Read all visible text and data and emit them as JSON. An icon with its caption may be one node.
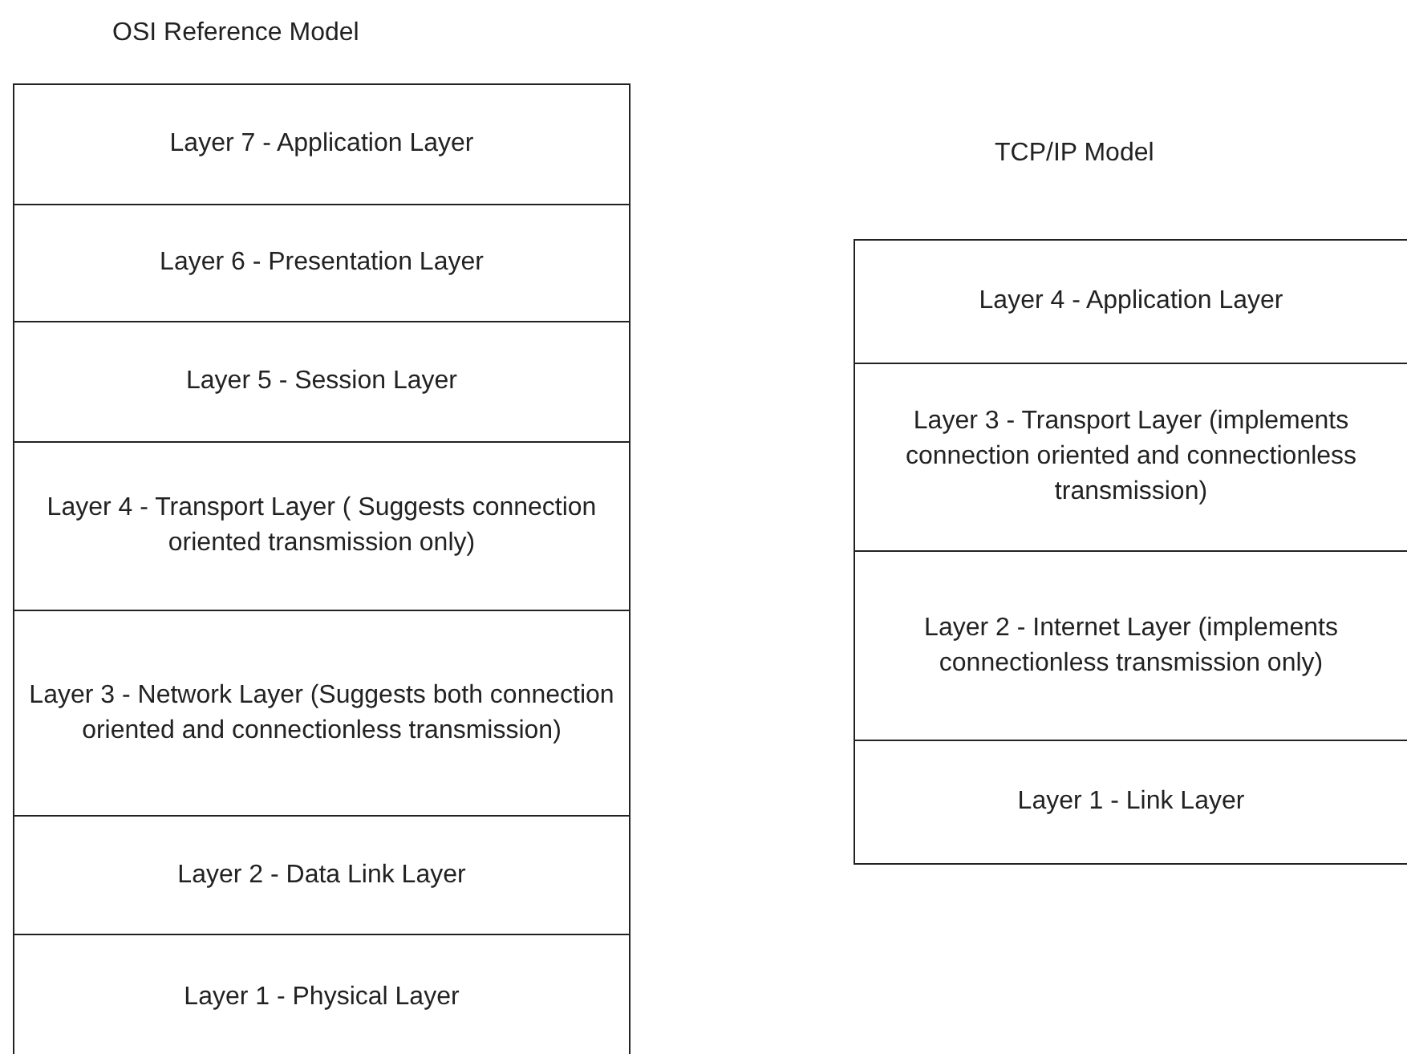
{
  "diagram": {
    "nodes": [
      {
        "text": [
          "Layer 7 - Application Layer"
        ]
      },
      {
        "text": [
          "Layer 6 - Presentation Layer"
        ]
      },
      {
        "text": [
          "Layer 5 - Session Layer"
        ]
      },
      {
        "text": [
          "Layer 4 - Transport Layer ( Suggests connection oriented transmission only)"
        ]
      },
      {
        "text": [
          "Layer 3 - Network Layer (Suggests both connection oriented and connectionless transmission)"
        ]
      },
      {
        "text": [
          "Layer 2 - Data Link Layer"
        ]
      },
      {
        "text": [
          "Layer 1 - Physical Layer"
        ]
      },
      {
        "text": [
          "Layer 4 - Application Layer"
        ]
      },
      {
        "text": [
          "Layer 3 - Transport Layer (implements connection oriented and connectionless transmission)"
        ]
      },
      {
        "text": [
          "Layer 2 - Internet Layer (implements connectionless transmission only)"
        ]
      },
      {
        "text": [
          "Layer 1 - Link Layer"
        ]
      }
    ],
    "labels": [
      "OSI Reference Model",
      "TCP/IP Model"
    ]
  }
}
